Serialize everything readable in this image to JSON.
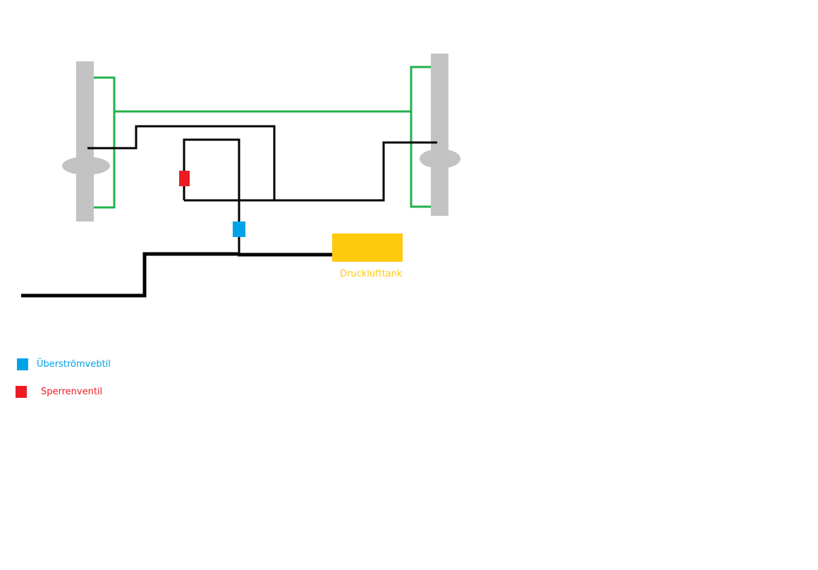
{
  "colors": {
    "background": "#ffffff",
    "wheel": "#c3c3c3",
    "green_line": "#22b14c",
    "black_line": "#000000",
    "ueberstroem_valve": "#00a2e8",
    "sperr_valve": "#ed1c24",
    "tank": "#ffc90e"
  },
  "tank": {
    "label": "Drucklufttank"
  },
  "legend": {
    "items": [
      {
        "label": "Überströmvebtil",
        "color": "#00a2e8",
        "icon": "blue-square"
      },
      {
        "label": "Sperrenventil",
        "color": "#ed1c24",
        "icon": "red-square"
      }
    ]
  }
}
